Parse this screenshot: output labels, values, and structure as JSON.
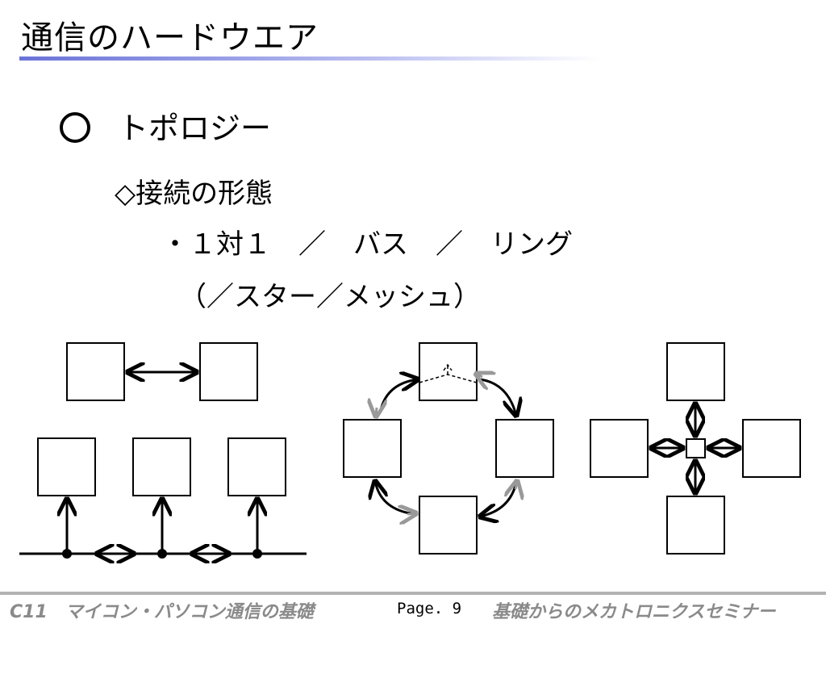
{
  "slide": {
    "title": "通信のハードウエア",
    "heading": "トポロジー",
    "subheading": "◇接続の形態",
    "bullet_line": "・１対１　／　バス　／　リング",
    "bullet_line2": "（／スター／メッシュ）"
  },
  "diagram": {
    "topologies": [
      "1対1",
      "バス",
      "リング",
      "スター"
    ],
    "colors": {
      "primary_arrow": "#000000",
      "ring_secondary_arrow": "#999999"
    }
  },
  "footer": {
    "left": "C11　マイコン・パソコン通信の基礎",
    "page": "Page. 9",
    "right": "基礎からのメカトロニクスセミナー"
  }
}
